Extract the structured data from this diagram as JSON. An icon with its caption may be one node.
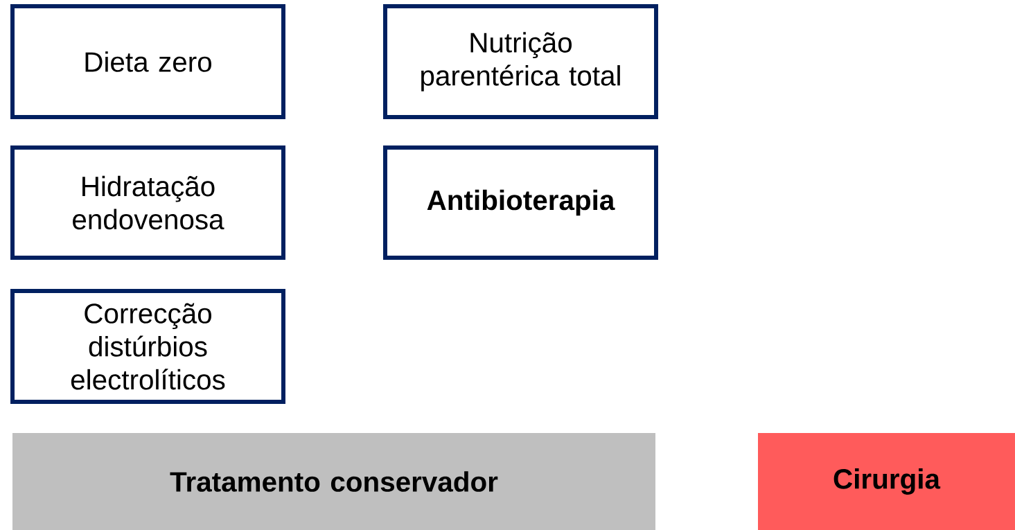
{
  "diagram": {
    "nodes": [
      {
        "text": [
          "Dieta zero"
        ]
      },
      {
        "text": [
          "Nutrição parentérica total"
        ]
      },
      {
        "text": [
          "Hidratação endovenosa"
        ]
      },
      {
        "text": [
          "Antibioterapia"
        ]
      },
      {
        "text": [
          "Correcção distúrbios electrolíticos"
        ]
      },
      {
        "text": [
          "Tratamento conservador"
        ]
      },
      {
        "text": [
          "Cirurgia"
        ]
      }
    ]
  }
}
